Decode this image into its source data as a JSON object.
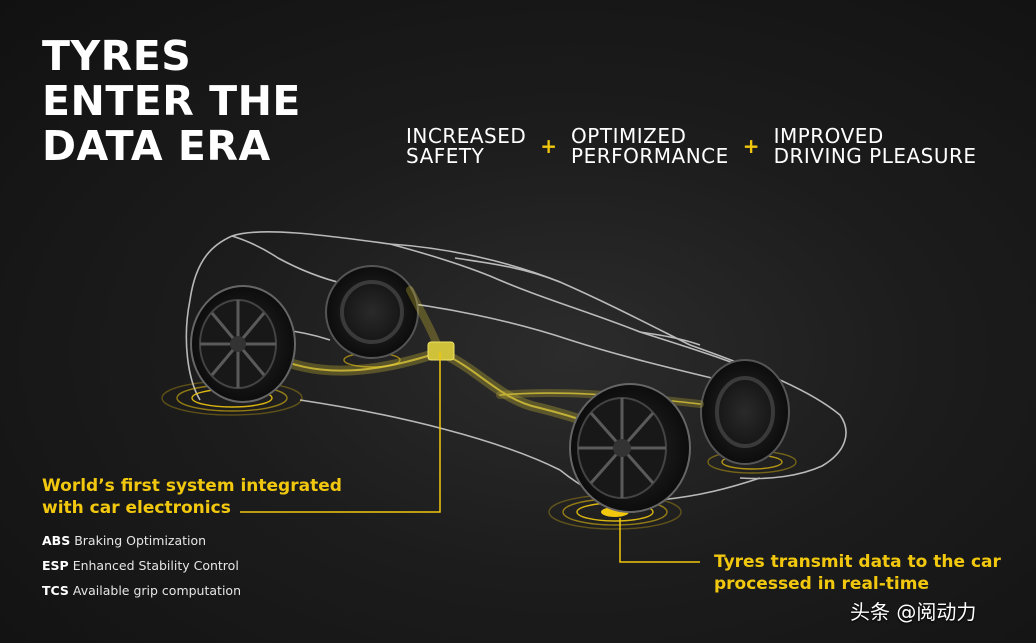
{
  "headline": {
    "line1": "TYRES",
    "line2": "ENTER THE",
    "line3": "DATA ERA"
  },
  "benefits": [
    {
      "line1": "INCREASED",
      "line2": "SAFETY"
    },
    {
      "line1": "OPTIMIZED",
      "line2": "PERFORMANCE"
    },
    {
      "line1": "IMPROVED",
      "line2": "DRIVING PLEASURE"
    }
  ],
  "plus_sign": "+",
  "callout_system": {
    "line1": "World’s first system integrated",
    "line2": "with car electronics"
  },
  "systems": [
    {
      "code": "ABS",
      "desc": "Braking Optimization"
    },
    {
      "code": "ESP",
      "desc": "Enhanced Stability Control"
    },
    {
      "code": "TCS",
      "desc": "Available grip computation"
    }
  ],
  "callout_transmit": {
    "line1": "Tyres transmit data to the car",
    "line2": "processed in real-time"
  },
  "watermark": "头条 @阅动力",
  "colors": {
    "accent": "#f2c80f",
    "background": "#1a1a1a",
    "text": "#ffffff",
    "outline": "#d8d8d8"
  }
}
